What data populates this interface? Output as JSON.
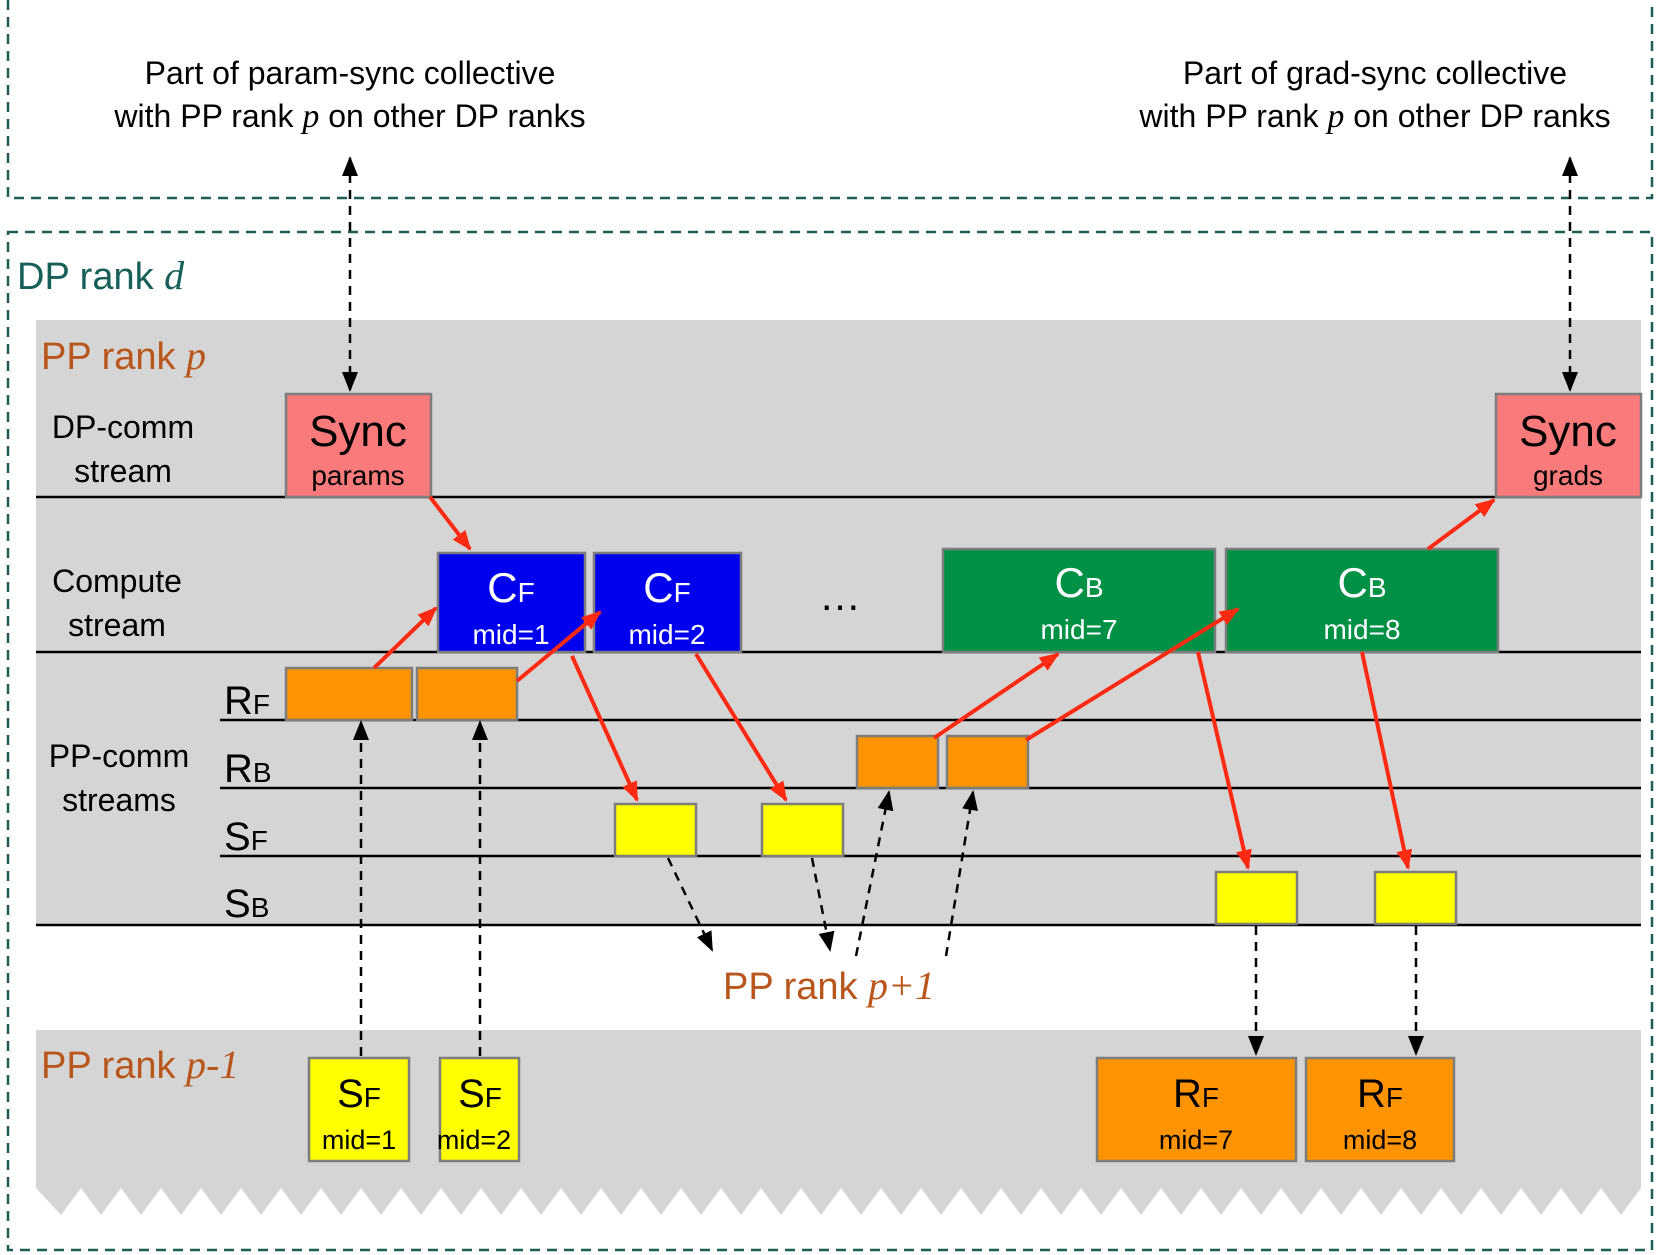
{
  "colors": {
    "outer_dash": "#1e5e52",
    "band": "#d5d5d5",
    "pp_label": "#b8561b",
    "dp_label": "#17605a",
    "sync": "#f87a7a",
    "cf": "#0000ee",
    "cb": "#009146",
    "orange": "#ff9300",
    "yellow": "#ffff00",
    "red_arrow": "#ff2a12",
    "box_border": "#7d7d7d"
  },
  "top_notes": {
    "left_line1": "Part of param-sync collective",
    "left_line2_pre": "with PP rank ",
    "left_line2_var": "p",
    "left_line2_post": " on other DP ranks",
    "right_line1": "Part of grad-sync collective",
    "right_line2_pre": "with PP rank ",
    "right_line2_var": "p",
    "right_line2_post": " on other DP ranks"
  },
  "dp_rank": {
    "label": "DP rank ",
    "var": "d"
  },
  "pp_rank_p": {
    "label": "PP rank ",
    "var": "p"
  },
  "pp_rank_p1": {
    "label": "PP rank ",
    "var": "p+1"
  },
  "pp_rank_pm1": {
    "label": "PP rank ",
    "var": "p-1"
  },
  "streams": {
    "dp_comm_line1": "DP-comm",
    "dp_comm_line2": "stream",
    "compute_line1": "Compute",
    "compute_line2": "stream",
    "pp_comm_line1": "PP-comm",
    "pp_comm_line2": "streams"
  },
  "lanes": {
    "rf": {
      "main": "R",
      "sub": "F"
    },
    "rb": {
      "main": "R",
      "sub": "B"
    },
    "sf": {
      "main": "S",
      "sub": "F"
    },
    "sb": {
      "main": "S",
      "sub": "B"
    }
  },
  "sync_params": {
    "title": "Sync",
    "sub": "params"
  },
  "sync_grads": {
    "title": "Sync",
    "sub": "grads"
  },
  "compute_boxes": [
    {
      "main": "C",
      "sub": "F",
      "mid": "mid=1"
    },
    {
      "main": "C",
      "sub": "F",
      "mid": "mid=2"
    },
    {
      "main": "C",
      "sub": "B",
      "mid": "mid=7"
    },
    {
      "main": "C",
      "sub": "B",
      "mid": "mid=8"
    }
  ],
  "ellipsis": "…",
  "bottom_boxes": [
    {
      "main": "S",
      "sub": "F",
      "mid": "mid=1"
    },
    {
      "main": "S",
      "sub": "F",
      "mid": "mid=2"
    },
    {
      "main": "R",
      "sub": "F",
      "mid": "mid=7"
    },
    {
      "main": "R",
      "sub": "F",
      "mid": "mid=8"
    }
  ]
}
